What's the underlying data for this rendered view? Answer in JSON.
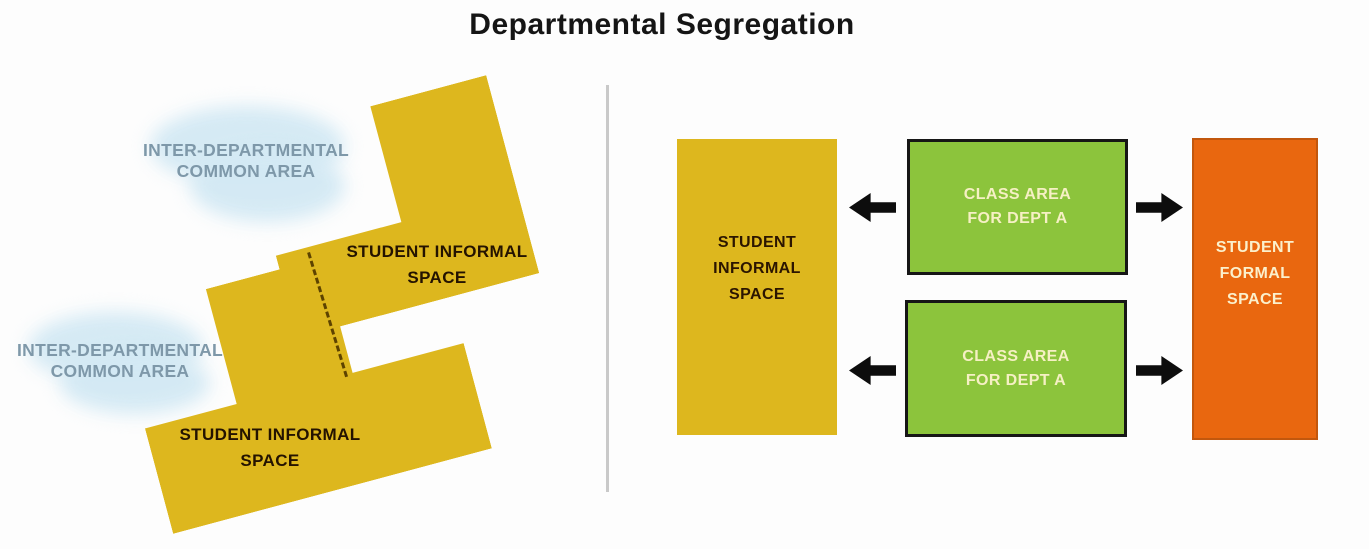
{
  "title": "Departmental Segregation",
  "colors": {
    "yellow": "#DDB71E",
    "green": "#8CC43C",
    "green_border": "#161616",
    "orange": "#E9670F",
    "orange_border": "#C2570D",
    "arrow_black": "#0D0D0D",
    "cloud_blue": "#D3E9F4",
    "cloud_text": "#7E98A9",
    "divider_gray": "#C9C9C9",
    "dashed_seam": "#5D4300",
    "dark_label": "#2B1500",
    "light_label": "#F6F0C4"
  },
  "left": {
    "common_area_label_1": {
      "line1": "INTER-DEPARTMENTAL",
      "line2": "COMMON AREA"
    },
    "common_area_label_2": {
      "line1": "INTER-DEPARTMENTAL",
      "line2": "COMMON AREA"
    },
    "informal_shape_1": {
      "line1": "STUDENT INFORMAL",
      "line2": "SPACE"
    },
    "informal_shape_2": {
      "line1": "STUDENT INFORMAL",
      "line2": "SPACE"
    }
  },
  "right": {
    "informal_box": {
      "line1": "STUDENT",
      "line2": "INFORMAL",
      "line3": "SPACE"
    },
    "class_box_1": {
      "line1": "CLASS AREA",
      "line2": "FOR DEPT A"
    },
    "class_box_2": {
      "line1": "CLASS AREA",
      "line2": "FOR DEPT A"
    },
    "formal_box": {
      "line1": "STUDENT",
      "line2": "FORMAL",
      "line3": "SPACE"
    }
  }
}
